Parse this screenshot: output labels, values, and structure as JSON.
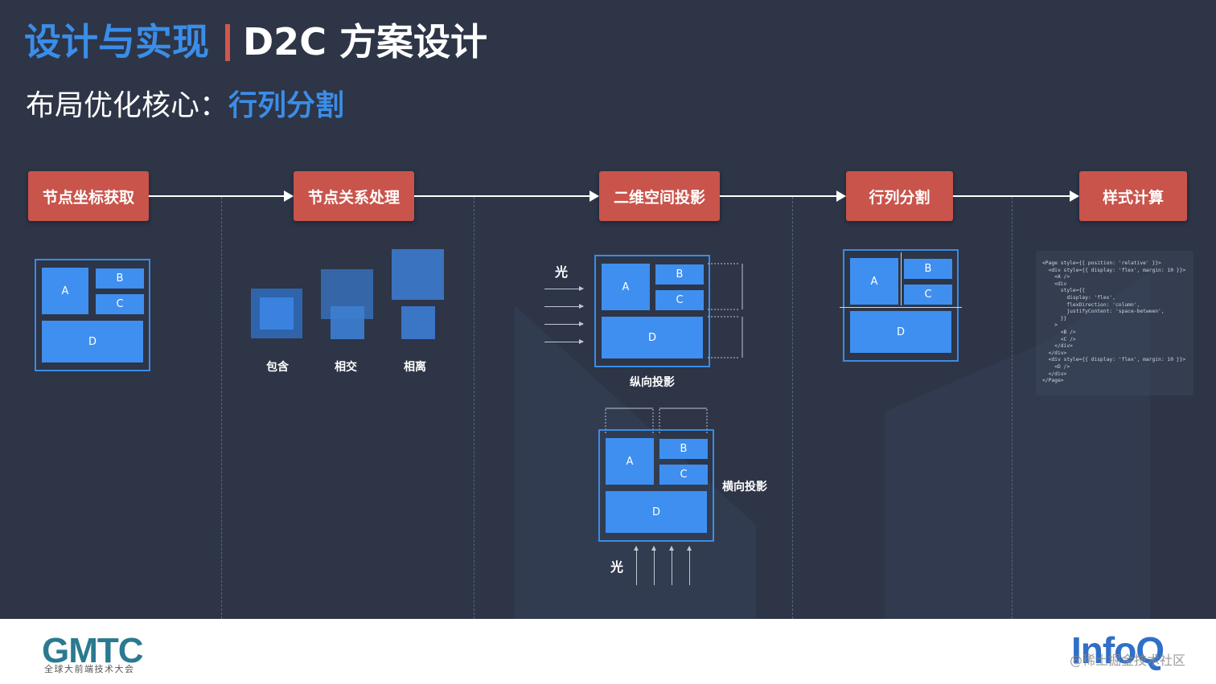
{
  "header": {
    "title_accent": "设计与实现",
    "title_main": "D2C 方案设计",
    "subtitle_prefix": "布局优化核心：",
    "subtitle_accent": "行列分割"
  },
  "pipeline": {
    "steps": [
      "节点坐标获取",
      "节点关系处理",
      "二维空间投影",
      "行列分割",
      "样式计算"
    ]
  },
  "blocks": {
    "a": "A",
    "b": "B",
    "c": "C",
    "d": "D"
  },
  "relations": {
    "contain": "包含",
    "intersect": "相交",
    "separate": "相离"
  },
  "projection": {
    "light": "光",
    "vertical_caption": "纵向投影",
    "horizontal_caption": "横向投影"
  },
  "code_snippet": "<Page style={{ position: 'relative' }}>\n  <div style={{ display: 'flex', margin: 10 }}>\n    <A />\n    <div\n      style={{\n        display: 'flex',\n        flexDirection: 'column',\n        justifyContent: 'space-between',\n      }}\n    >\n      <B />\n      <C />\n    </div>\n  </div>\n  <div style={{ display: 'flex', margin: 10 }}>\n    <D />\n  </div>\n</Page>",
  "footer": {
    "gmtc_logo": "GMTC",
    "gmtc_sub": "全球大前端技术大会",
    "infoq_logo": "InfoQ",
    "watermark": "@稀土掘金技术社区"
  },
  "colors": {
    "accent": "#3b8de8",
    "step_bg": "#c9544b",
    "block": "#3e8ff0",
    "background": "#2d3547"
  }
}
